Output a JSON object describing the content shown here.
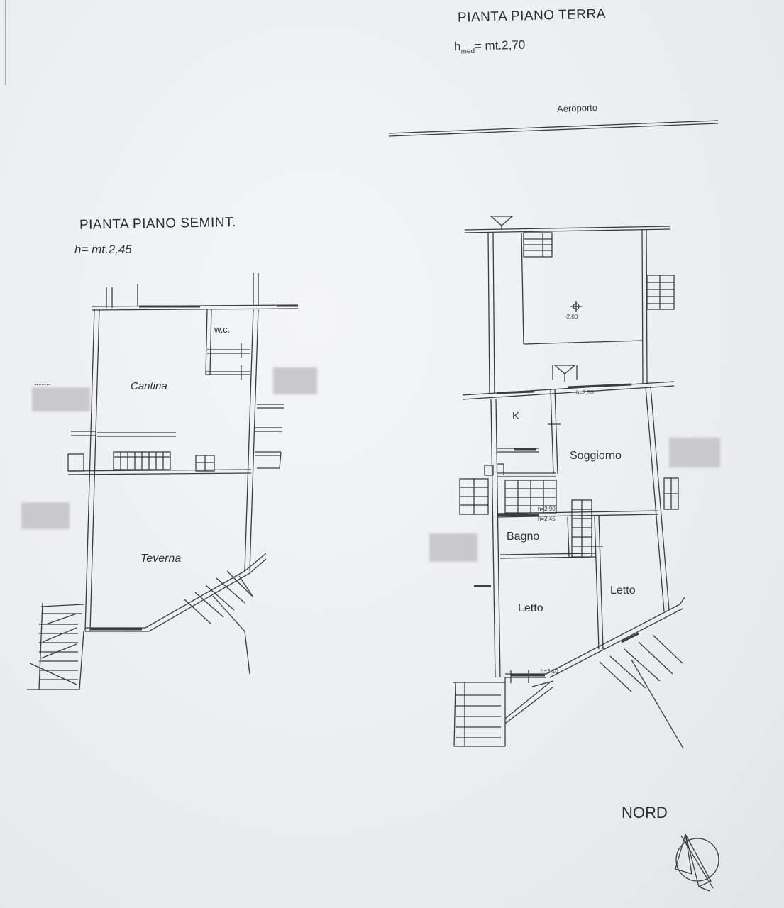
{
  "ground_floor": {
    "title": "PIANTA PIANO TERRA",
    "height_prefix": "h",
    "height_sub": "med",
    "height_value": "= mt.2,70",
    "street_label": "Aeroporto",
    "rooms": {
      "k": "K",
      "soggiorno": "Soggiorno",
      "bagno": "Bagno",
      "letto_a": "Letto",
      "letto_b": "Letto"
    },
    "elevations": {
      "yard": "-2.00",
      "h1": "h=2,50",
      "h2": "h=2,90",
      "h3": "h=2,45",
      "h4": "h=3,10"
    }
  },
  "basement": {
    "title": "PIANTA PIANO SEMINT.",
    "height": "h= mt.2,45",
    "rooms": {
      "wc": "w.c.",
      "cantina": "Cantina",
      "teverna": "Teverna"
    },
    "partial_text": "pron"
  },
  "north_label": "NORD",
  "colors": {
    "ink": "#2e3033",
    "paper": "#eceef0",
    "redaction": "#c9c9cb"
  }
}
